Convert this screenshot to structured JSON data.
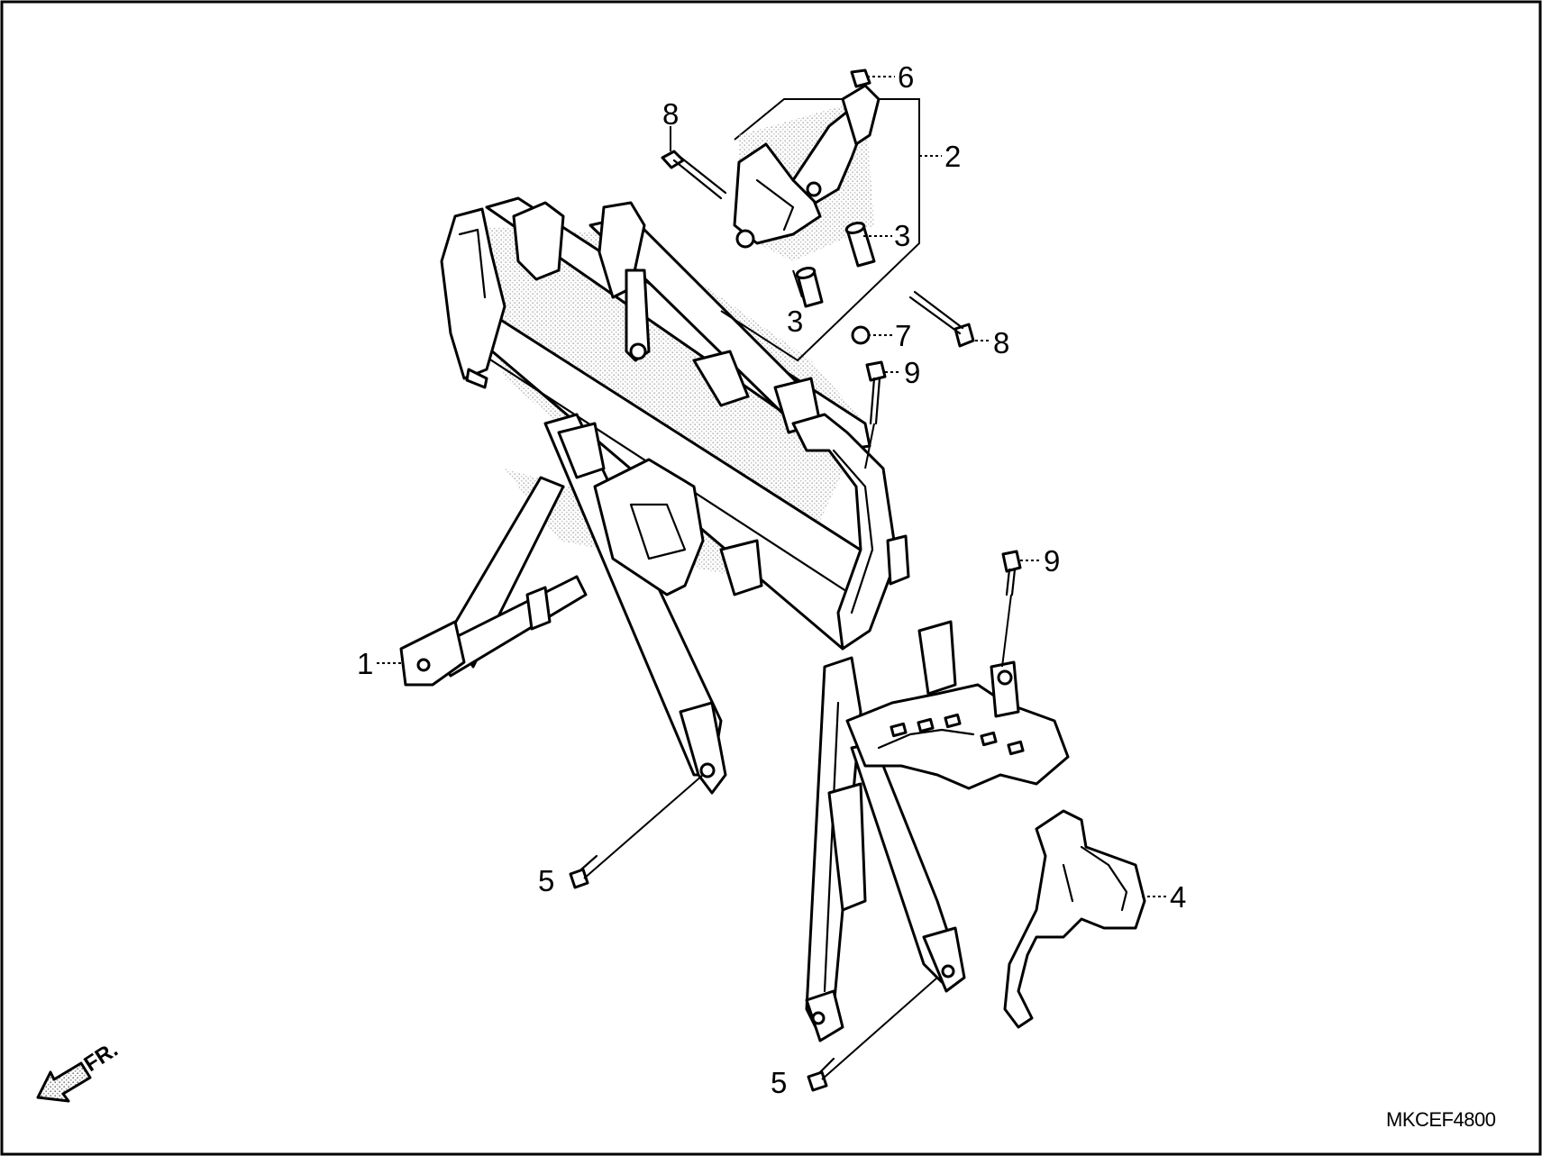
{
  "diagram": {
    "code": "MKCEF4800",
    "direction_label": "FR.",
    "direction_icon": "front-arrow-icon",
    "callouts": [
      {
        "id": "c1",
        "label": "1"
      },
      {
        "id": "c2",
        "label": "2"
      },
      {
        "id": "c3a",
        "label": "3"
      },
      {
        "id": "c3b",
        "label": "3"
      },
      {
        "id": "c4",
        "label": "4"
      },
      {
        "id": "c5a",
        "label": "5"
      },
      {
        "id": "c5b",
        "label": "5"
      },
      {
        "id": "c6",
        "label": "6"
      },
      {
        "id": "c7",
        "label": "7"
      },
      {
        "id": "c8a",
        "label": "8"
      },
      {
        "id": "c8b",
        "label": "8"
      },
      {
        "id": "c9a",
        "label": "9"
      },
      {
        "id": "c9b",
        "label": "9"
      }
    ]
  }
}
